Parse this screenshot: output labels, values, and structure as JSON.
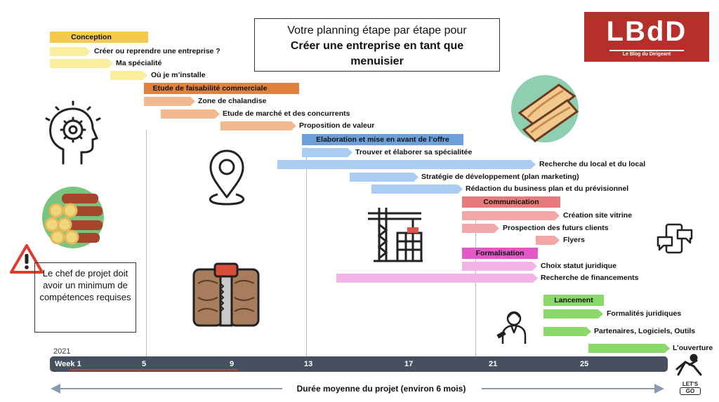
{
  "title": {
    "line1": "Votre planning étape par étape pour",
    "line2": "Créer une entreprise en tant que",
    "line3": "menuisier"
  },
  "logo": {
    "text": "LBdD",
    "sub": "Le Blog du Dirigeant",
    "color": "#b5302a"
  },
  "warning": {
    "text": "Le chef de projet doit avoir un minimum de compétences requises"
  },
  "phases": {
    "conception": {
      "label": "Conception",
      "color": "#f7c94a",
      "tasks": [
        "Créer ou reprendre une entreprise ?",
        "Ma spécialité",
        "Où je m’installe"
      ]
    },
    "faisabilite": {
      "label": "Etude de faisabilité commerciale",
      "color": "#e0823f",
      "tasks": [
        "Zone de chalandise",
        "Etude de marché et des concurrents",
        "Proposition de valeur"
      ]
    },
    "elaboration": {
      "label": "Elaboration et mise en avant de l’offre",
      "color": "#6d9fd8",
      "tasks": [
        "Trouver et élaborer sa spécialitée",
        "Recherche du local et du local",
        "Stratégie de développement (plan marketing)",
        "Rédaction du business plan et du prévisionnel"
      ]
    },
    "communication": {
      "label": "Communication",
      "color": "#e57b7b",
      "tasks": [
        "Création site vitrine",
        "Prospection des futurs clients",
        "Flyers"
      ]
    },
    "formalisation": {
      "label": "Formalisation",
      "color": "#e357c6",
      "tasks": [
        "Choix statut juridique",
        "Recherche de financements"
      ]
    },
    "lancement": {
      "label": "Lancement",
      "color": "#8ad86a",
      "tasks": [
        "Formalités juridiques",
        "Partenaires, Logiciels, Outils",
        "L’ouverture"
      ]
    }
  },
  "timeline": {
    "year": "2021",
    "ticks": [
      "Week 1",
      "5",
      "9",
      "13",
      "17",
      "21",
      "25"
    ],
    "duration": "Durée moyenne du projet (environ 6 mois)",
    "lets_go": [
      "LET'S",
      "GO"
    ]
  }
}
